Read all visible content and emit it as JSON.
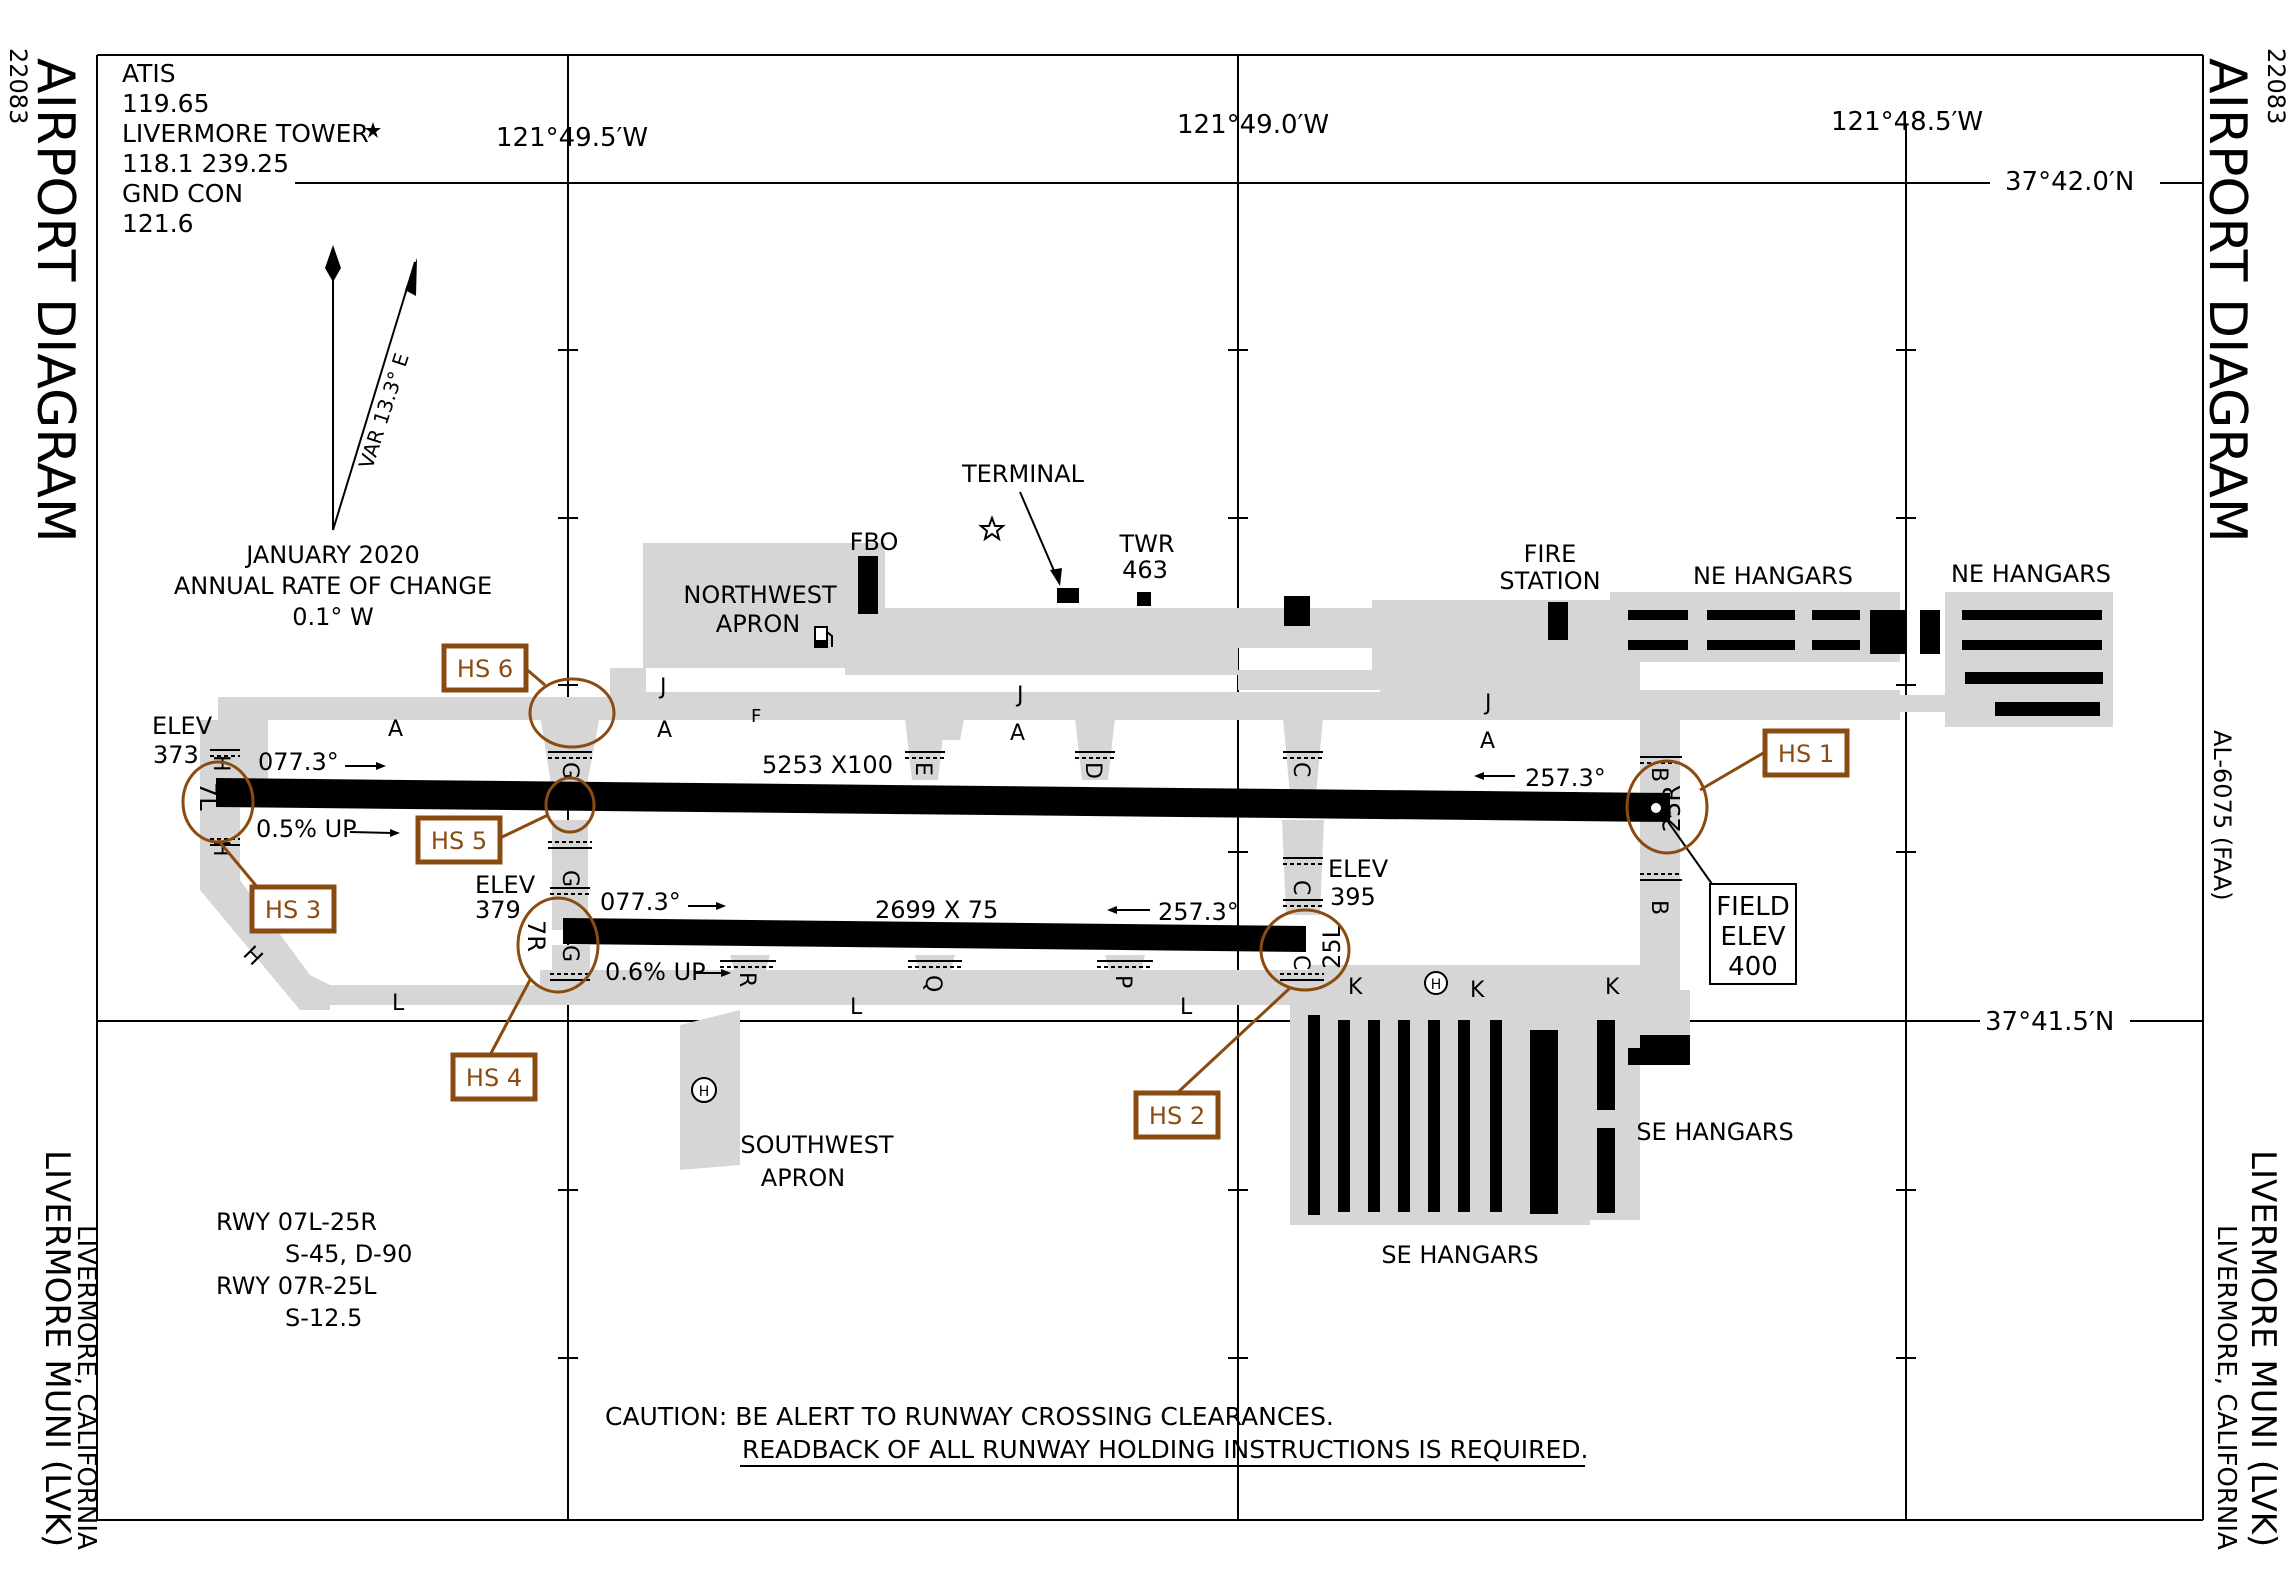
{
  "chart_id": "22083",
  "title": "AIRPORT DIAGRAM",
  "airport_name": "LIVERMORE MUNI",
  "airport_id": "(LVK)",
  "city_state": "LIVERMORE, CALIFORNIA",
  "doc_id": "AL-6075 (FAA)",
  "comms": [
    "ATIS",
    "119.65",
    "LIVERMORE TOWER",
    "118.1 239.25",
    "GND CON",
    "121.6"
  ],
  "longitudes": [
    "121°49.5′W",
    "121°49.0′W",
    "121°48.5′W"
  ],
  "latitudes": [
    "37°42.0′N",
    "37°41.5′N"
  ],
  "variation": {
    "label": "VAR 13.3° E",
    "date": "JANUARY 2020",
    "annual_label": "ANNUAL RATE OF CHANGE",
    "annual_value": "0.1° W"
  },
  "runways": {
    "main": {
      "dimensions": "5253 X100",
      "end_west": "7L",
      "end_east": "25R",
      "hdg_east": "077.3°",
      "hdg_west": "257.3°",
      "slope": "0.5% UP",
      "elev_label": "ELEV",
      "elev_value": "373"
    },
    "secondary": {
      "dimensions": "2699 X 75",
      "end_west": "7R",
      "end_east": "25L",
      "hdg_east": "077.3°",
      "hdg_west": "257.3°",
      "slope": "0.6% UP",
      "elev_label": "ELEV",
      "elev_value": "379",
      "elev_east_value": "395"
    }
  },
  "field_elev": {
    "line1": "FIELD",
    "line2": "ELEV",
    "value": "400"
  },
  "hotspots": [
    "HS 1",
    "HS 2",
    "HS 3",
    "HS 4",
    "HS 5",
    "HS 6"
  ],
  "taxiways": [
    "A",
    "B",
    "C",
    "D",
    "E",
    "F",
    "G",
    "H",
    "J",
    "K",
    "L",
    "P",
    "Q",
    "R"
  ],
  "features": {
    "terminal": "TERMINAL",
    "fbo": "FBO",
    "twr": "TWR",
    "twr_height": "463",
    "fire_station": [
      "FIRE",
      "STATION"
    ],
    "northwest_apron": [
      "NORTHWEST",
      "APRON"
    ],
    "southwest_apron": [
      "SOUTHWEST",
      "APRON"
    ],
    "ne_hangars": "NE HANGARS",
    "se_hangars": "SE HANGARS"
  },
  "strength": {
    "rwy1": "RWY 07L-25R",
    "rwy1_s": "S-45, D-90",
    "rwy2": "RWY 07R-25L",
    "rwy2_s": "S-12.5"
  },
  "caution": {
    "line1": "CAUTION: BE ALERT TO RUNWAY CROSSING CLEARANCES.",
    "line2": "READBACK OF ALL RUNWAY HOLDING INSTRUCTIONS IS REQUIRED."
  }
}
